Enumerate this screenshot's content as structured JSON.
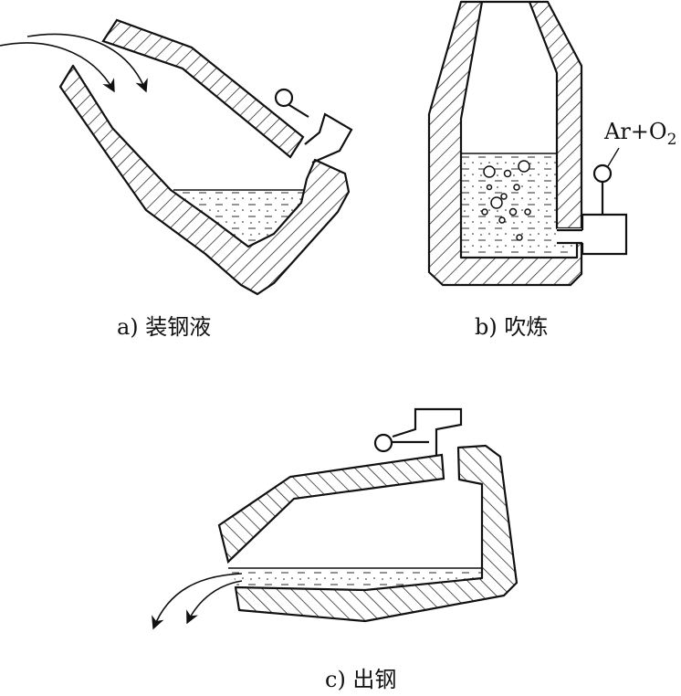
{
  "panels": [
    {
      "id": "a",
      "caption": "a) 装钢液"
    },
    {
      "id": "b",
      "caption": "b) 吹炼",
      "gas_label": "Ar+O",
      "gas_subscript": "2"
    },
    {
      "id": "c",
      "caption": "c) 出钢"
    }
  ],
  "colors": {
    "line": "#111111",
    "background": "#ffffff"
  }
}
